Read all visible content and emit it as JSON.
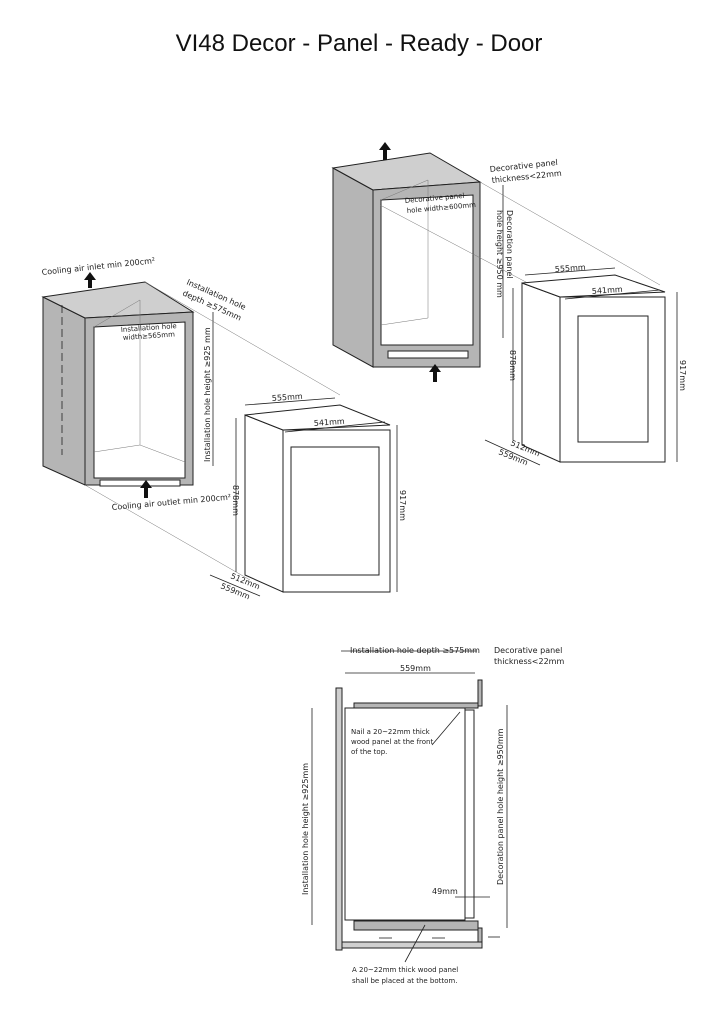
{
  "title": "VI48 Decor - Panel - Ready - Door",
  "left_view": {
    "air_inlet": "Cooling air inlet min 200cm²",
    "depth_line1": "Installation hole",
    "depth_line2": "depth ≥575mm",
    "width_line1": "Installation hole",
    "width_line2": "width≥565mm",
    "height": "Installation hole height ≥925 mm",
    "air_outlet": "Cooling air outlet min 200cm²",
    "dims": {
      "outer_width": "555mm",
      "door_width": "541mm",
      "body_height": "878mm",
      "total_height": "917mm",
      "body_depth": "512mm",
      "total_depth": "559mm"
    }
  },
  "right_view": {
    "panel_thickness_line1": "Decorative panel",
    "panel_thickness_line2": "thickness<22mm",
    "hole_width_line1": "Decorative panel",
    "hole_width_line2": "hole width≥600mm",
    "hole_height_line1": "Decoration panel",
    "hole_height_line2": "hole height ≥950 mm",
    "dims": {
      "outer_width": "555mm",
      "door_width": "541mm",
      "body_height": "878mm",
      "total_height": "917mm",
      "body_depth": "512mm",
      "total_depth": "559mm"
    }
  },
  "section_view": {
    "depth": "Installation hole depth ≥575mm",
    "panel_thickness_line1": "Decorative panel",
    "panel_thickness_line2": "thickness<22mm",
    "inner_depth": "559mm",
    "top_note_line1": "Nail a 20~22mm thick",
    "top_note_line2": "wood panel at the front",
    "top_note_line3": "of the top.",
    "install_height": "Installation hole height ≥925mm",
    "panel_height": "Decoration panel hole height ≥950mm",
    "gap": "49mm",
    "bottom_note_line1": "A 20~22mm thick wood panel",
    "bottom_note_line2": "shall be placed at the bottom."
  }
}
